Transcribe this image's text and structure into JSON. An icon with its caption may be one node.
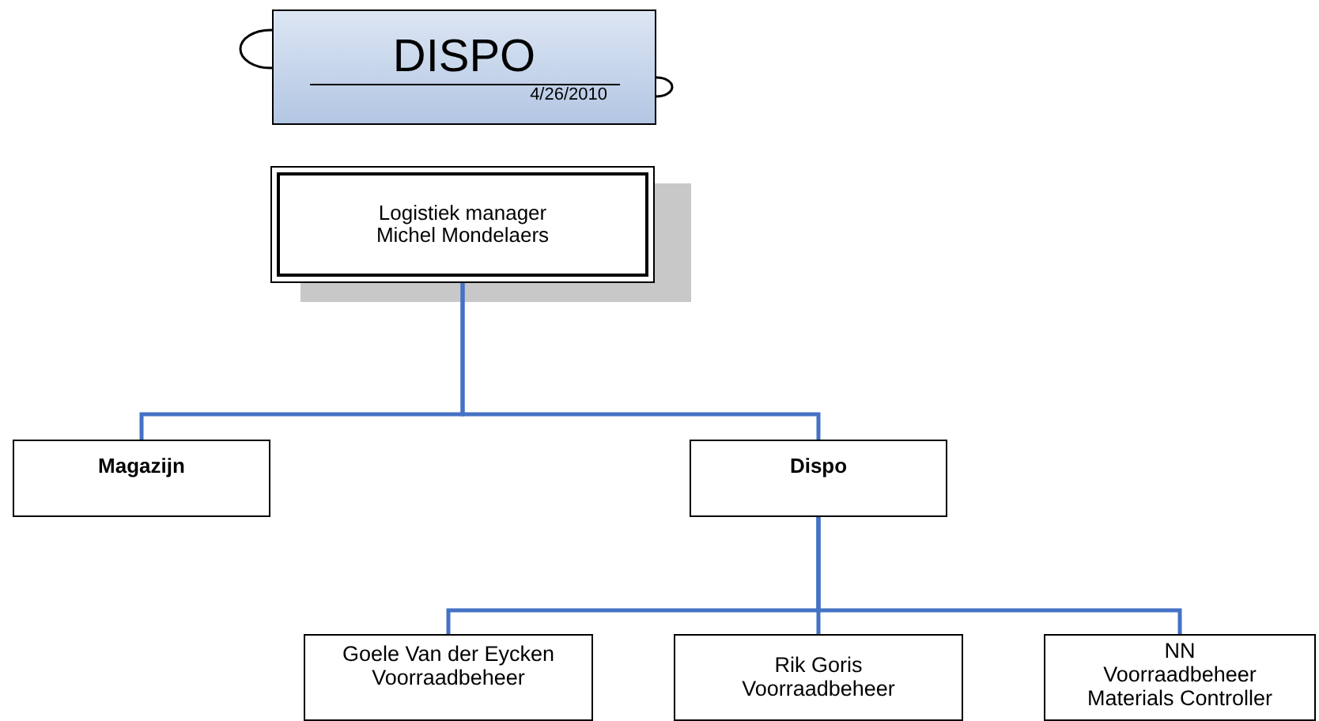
{
  "diagram": {
    "nodes": [
      {
        "text": [
          "DISPO",
          "4/26/2010"
        ]
      },
      {
        "text": [
          "Logistiek manager",
          "Michel Mondelaers"
        ]
      },
      {
        "text": [
          "Magazijn"
        ]
      },
      {
        "text": [
          "Dispo"
        ]
      },
      {
        "text": [
          "Goele Van der Eycken",
          "Voorraadbeheer"
        ]
      },
      {
        "text": [
          "Rik Goris",
          "Voorraadbeheer"
        ]
      },
      {
        "text": [
          "NN",
          "Voorraadbeheer",
          "Materials Controller"
        ]
      }
    ],
    "edges": [
      {
        "from": 1,
        "to": 2,
        "arrow": "none"
      },
      {
        "from": 1,
        "to": 3,
        "arrow": "none"
      },
      {
        "from": 3,
        "to": 4,
        "arrow": "none"
      },
      {
        "from": 3,
        "to": 5,
        "arrow": "none"
      },
      {
        "from": 3,
        "to": 6,
        "arrow": "none"
      }
    ]
  }
}
